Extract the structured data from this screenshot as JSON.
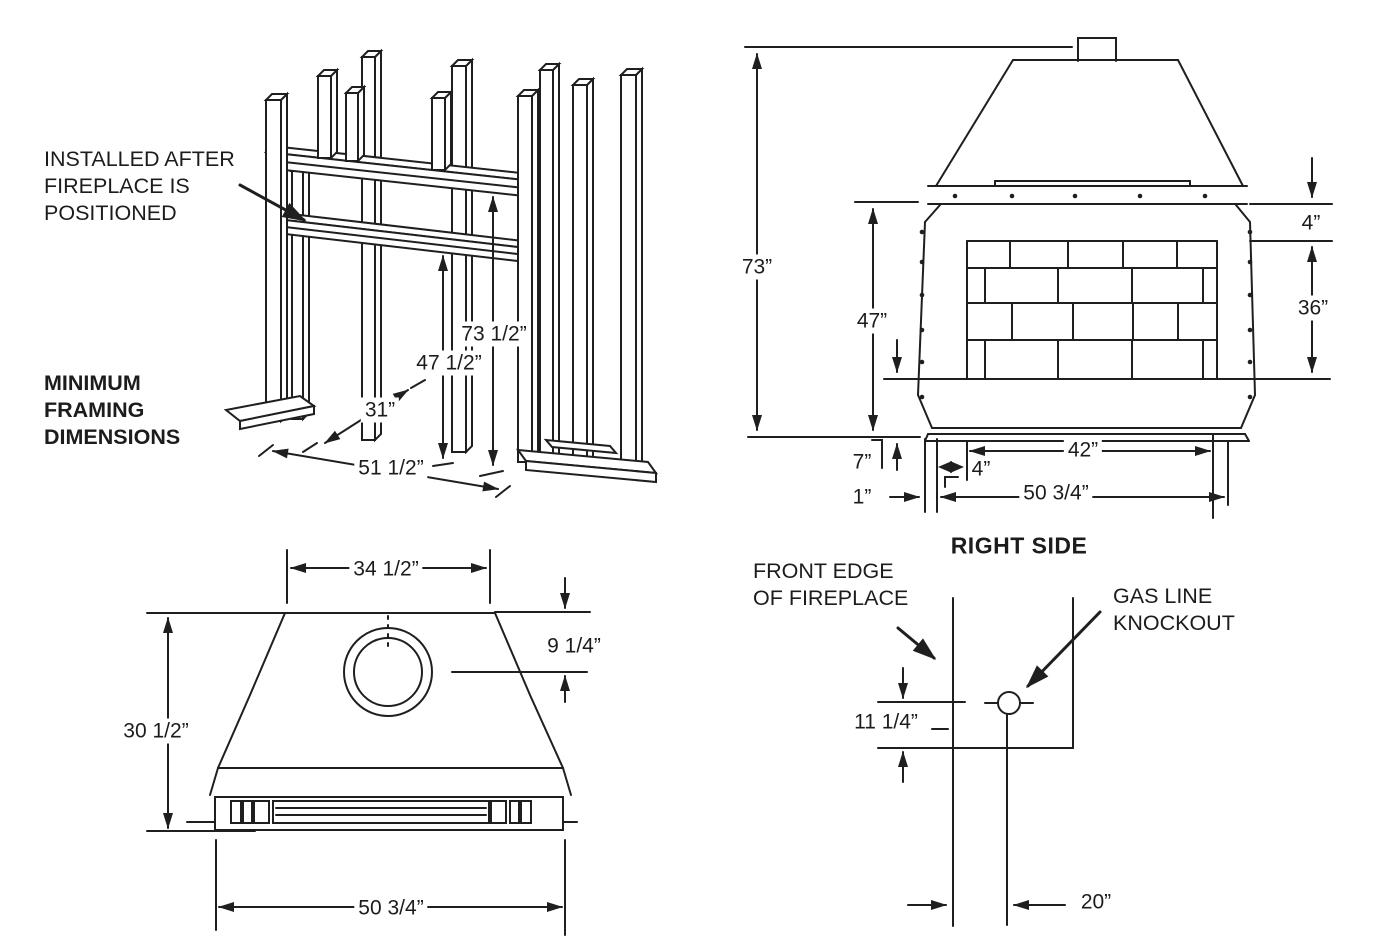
{
  "framing_diagram": {
    "note": [
      "INSTALLED AFTER",
      "FIREPLACE IS",
      "POSITIONED"
    ],
    "title": [
      "MINIMUM",
      "FRAMING",
      "DIMENSIONS"
    ],
    "dims": {
      "header_height": "73 1/2”",
      "opening_height": "47 1/2”",
      "side_depth": "31”",
      "opening_width": "51 1/2”"
    }
  },
  "front_view": {
    "dims": {
      "overall_height": "73”",
      "box_height": "47”",
      "top_clearance": "4”",
      "opening_height": "36”",
      "hearth_height": "7”",
      "wall_gap": "1”",
      "side_clearance": "4”",
      "opening_width": "42”",
      "overall_width": "50 3/4”"
    }
  },
  "side_view": {
    "title": "RIGHT SIDE",
    "front_edge_label": [
      "FRONT EDGE",
      "OF FIREPLACE"
    ],
    "knockout_label": [
      "GAS LINE",
      "KNOCKOUT"
    ],
    "dims": {
      "knockout_height": "11 1/4”",
      "knockout_setback": "20”"
    }
  },
  "top_view": {
    "dims": {
      "top_width": "34 1/2”",
      "flue_center_offset": "9 1/4”",
      "depth": "30 1/2”",
      "overall_width": "50 3/4”"
    }
  }
}
